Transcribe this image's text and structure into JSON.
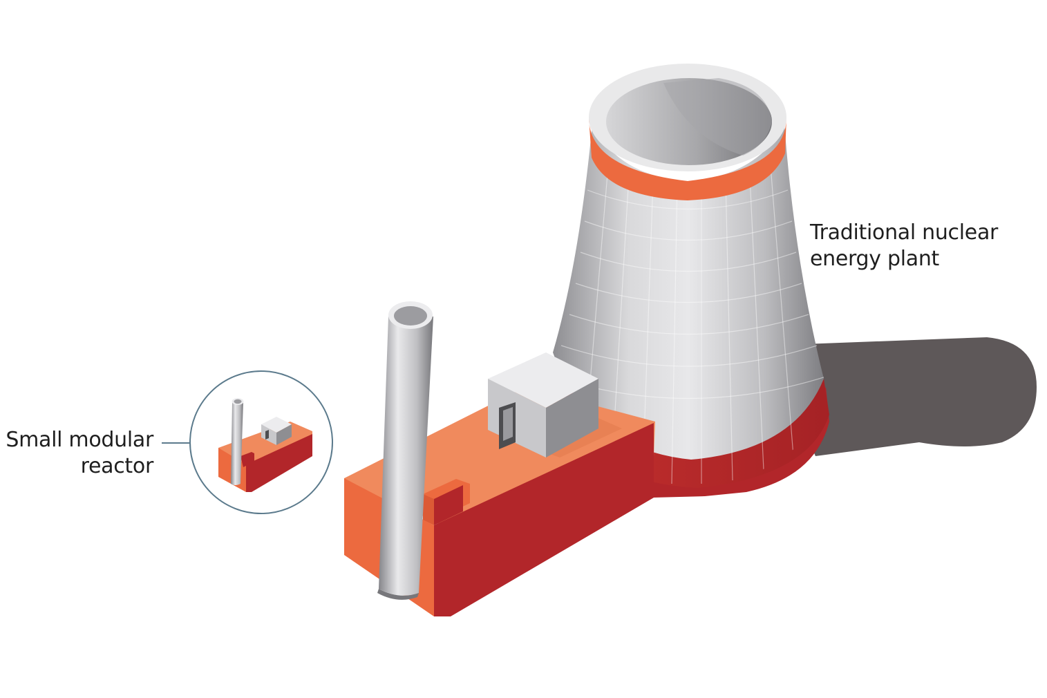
{
  "labels": {
    "smr_line1": "Small modular",
    "smr_line2": "reactor",
    "plant_line1": "Traditional nuclear",
    "plant_line2": "energy plant"
  },
  "colors": {
    "orange_top": "#F08A5D",
    "orange_front": "#EC6A3F",
    "dark_red": "#B2262A",
    "concrete_light": "#E6E6E6",
    "concrete_dark": "#8C8C90",
    "shadow": "#5E5859",
    "callout_line": "#5B7A8C"
  },
  "icons": [
    "cooling-tower-icon",
    "chimney-icon",
    "reactor-building-icon",
    "small-modular-reactor-icon"
  ]
}
